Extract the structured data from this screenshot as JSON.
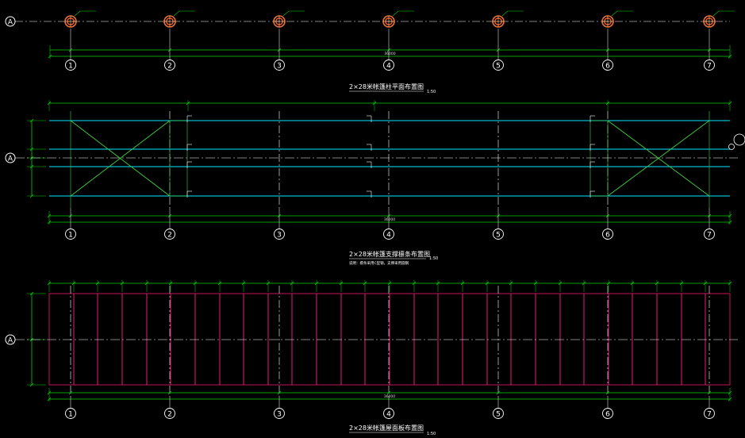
{
  "colors": {
    "background": "#000000",
    "column_ring": "#e8733a",
    "column_fill": "#ff5a20",
    "axis_circle": "#ffffff",
    "dimension": "#00d000",
    "purlin": "#00e8ff",
    "brace": "#40d040",
    "rafter": "#ff1e8c",
    "roof_outline": "#c0145a",
    "centerline": "#ffffff"
  },
  "grid_axes": {
    "row_label": "A",
    "column_labels": [
      "1",
      "2",
      "3",
      "4",
      "5",
      "6",
      "7"
    ]
  },
  "views": [
    {
      "id": "column-layout",
      "title": "2×28米帐篷柱平面布置图",
      "scale": "1:50",
      "overall_dim": "36000"
    },
    {
      "id": "purlin-bracing-layout",
      "title": "2×28米帐篷支撑檩条布置图",
      "scale": "1:50",
      "note": "说明：檩条采用C型钢，支撑采用圆钢",
      "overall_dim": "36000"
    },
    {
      "id": "roof-panel-layout",
      "title": "2×28米帐篷屋面板布置图",
      "scale": "1:50",
      "overall_dim": "36000"
    }
  ]
}
